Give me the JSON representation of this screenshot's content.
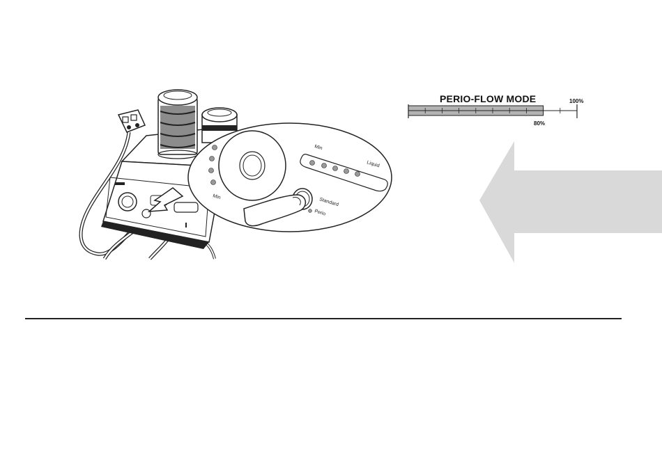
{
  "illustration": {
    "device_labels": {
      "min": "Min",
      "liquid": "Liquid",
      "standard": "Standard",
      "perio": "Perio",
      "min_left": "Min"
    }
  },
  "flow_indicator": {
    "title": "PERIO-FLOW MODE",
    "max_label": "100%",
    "level_label": "80%",
    "level_fraction": 0.8,
    "fill_color": "#b3b3b3"
  },
  "arrow": {
    "direction": "left",
    "color": "#d9d9d9"
  }
}
